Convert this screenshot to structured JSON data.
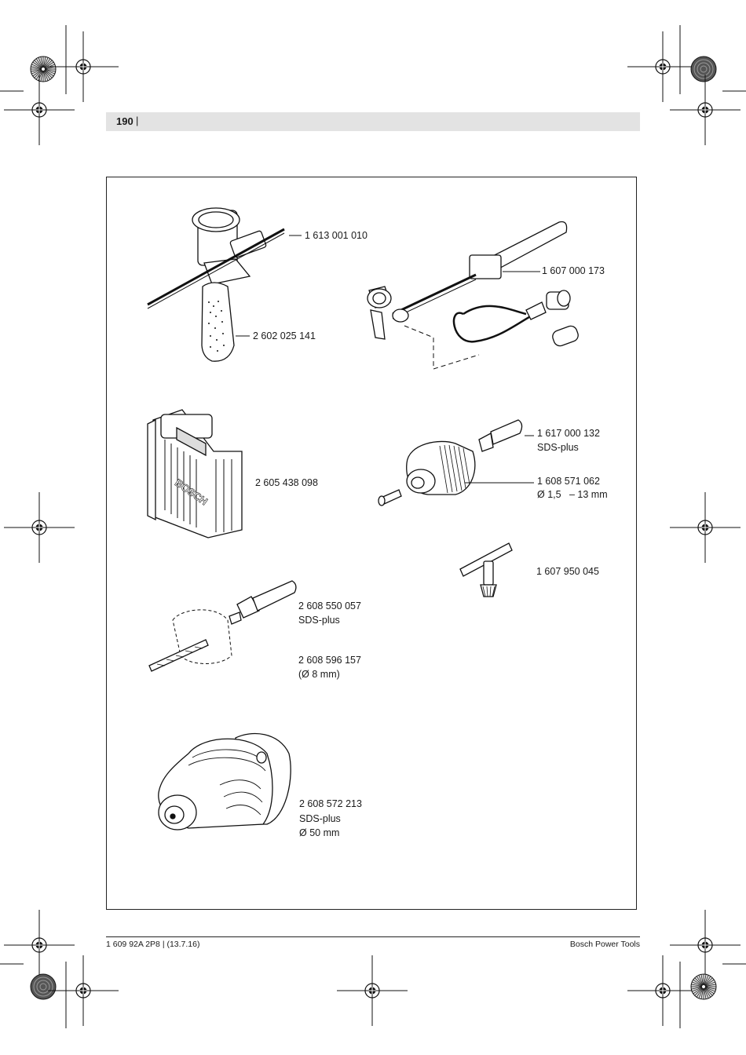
{
  "header": {
    "page_number": "190",
    "separator": "|"
  },
  "parts": [
    {
      "number": "1 613 001 010",
      "lines": []
    },
    {
      "number": "2 602 025 141",
      "lines": []
    },
    {
      "number": "1 607 000 173",
      "lines": []
    },
    {
      "number": "2 605 438 098",
      "lines": []
    },
    {
      "number": "1 617 000 132",
      "lines": [
        "SDS-plus"
      ]
    },
    {
      "number": "1 608 571 062",
      "lines": [
        "Ø 1,5   – 13 mm"
      ]
    },
    {
      "number": "1 607 950 045",
      "lines": []
    },
    {
      "number": "2 608 550 057",
      "lines": [
        "SDS-plus"
      ]
    },
    {
      "number": "2 608 596 157",
      "lines": [
        "(Ø 8 mm)"
      ]
    },
    {
      "number": "2 608 572 213",
      "lines": [
        "SDS-plus",
        "Ø 50 mm"
      ]
    }
  ],
  "case_logo": "BOSCH",
  "footer": {
    "doc_code": "1 609 92A 2P8 | (13.7.16)",
    "brand": "Bosch Power Tools"
  }
}
